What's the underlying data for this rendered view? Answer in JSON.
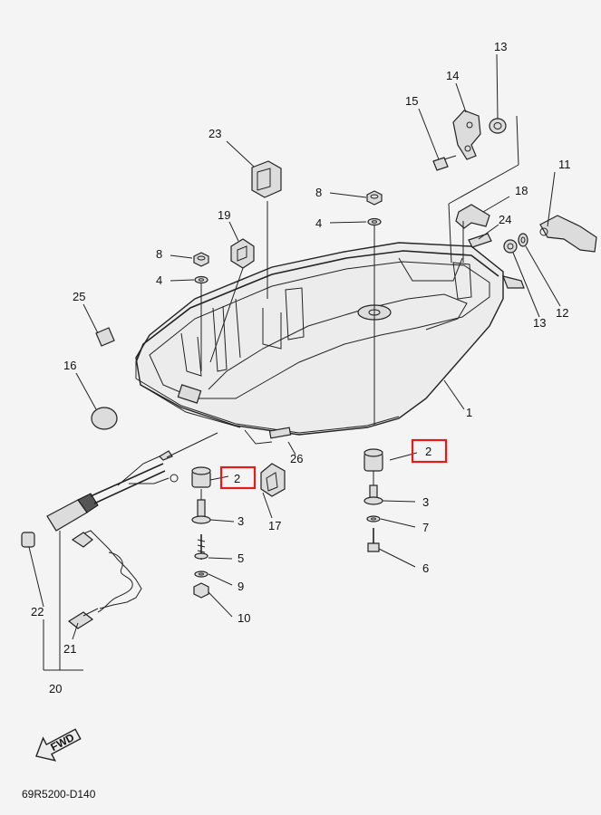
{
  "labels": {
    "p1": "1",
    "p2a": "2",
    "p2b": "2",
    "p3a": "3",
    "p3b": "3",
    "p4a": "4",
    "p4b": "4",
    "p5": "5",
    "p6": "6",
    "p7": "7",
    "p8a": "8",
    "p8b": "8",
    "p9": "9",
    "p10": "10",
    "p11": "11",
    "p12": "12",
    "p13a": "13",
    "p13b": "13",
    "p14": "14",
    "p15": "15",
    "p16": "16",
    "p17": "17",
    "p18": "18",
    "p19": "19",
    "p20": "20",
    "p21": "21",
    "p22": "22",
    "p23": "23",
    "p24": "24",
    "p25": "25",
    "p26": "26"
  },
  "fwd_label": "FWD",
  "diagram_code": "69R5200-D140",
  "highlight_color": "#e21b1b",
  "line_color": "#222222"
}
